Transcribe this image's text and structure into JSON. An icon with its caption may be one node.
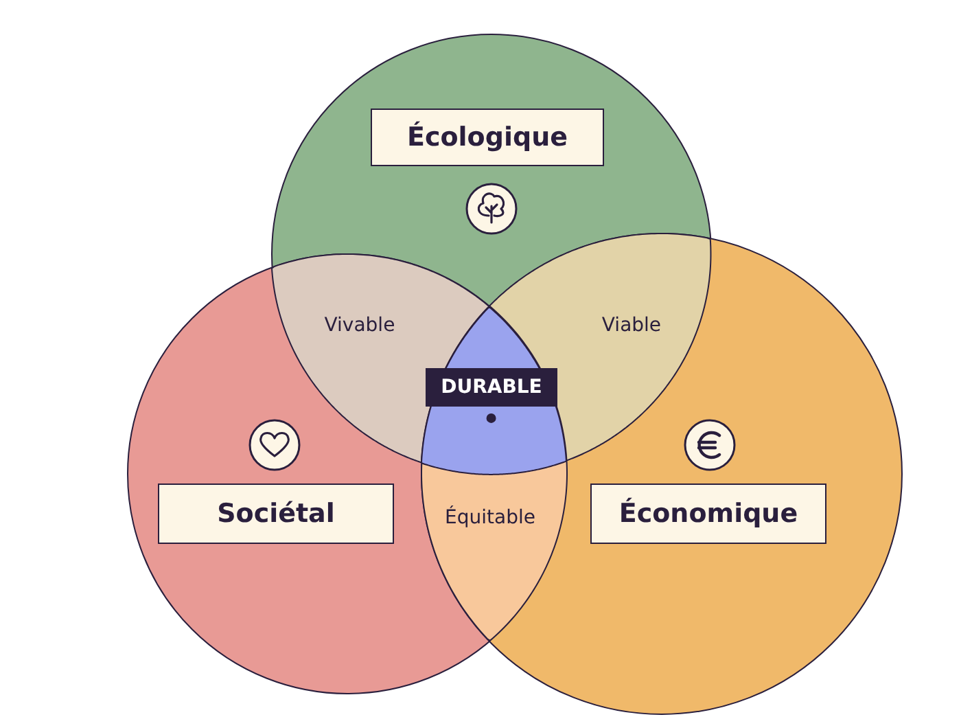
{
  "diagram": {
    "nodes": [
      {
        "text": [
          "Écologique"
        ]
      },
      {
        "text": [
          "Sociétal"
        ]
      },
      {
        "text": [
          "Économique"
        ]
      },
      {
        "text": [
          "Vivable"
        ]
      },
      {
        "text": [
          "Viable"
        ]
      },
      {
        "text": [
          "Équitable"
        ]
      },
      {
        "text": [
          "DURABLE"
        ]
      }
    ]
  }
}
